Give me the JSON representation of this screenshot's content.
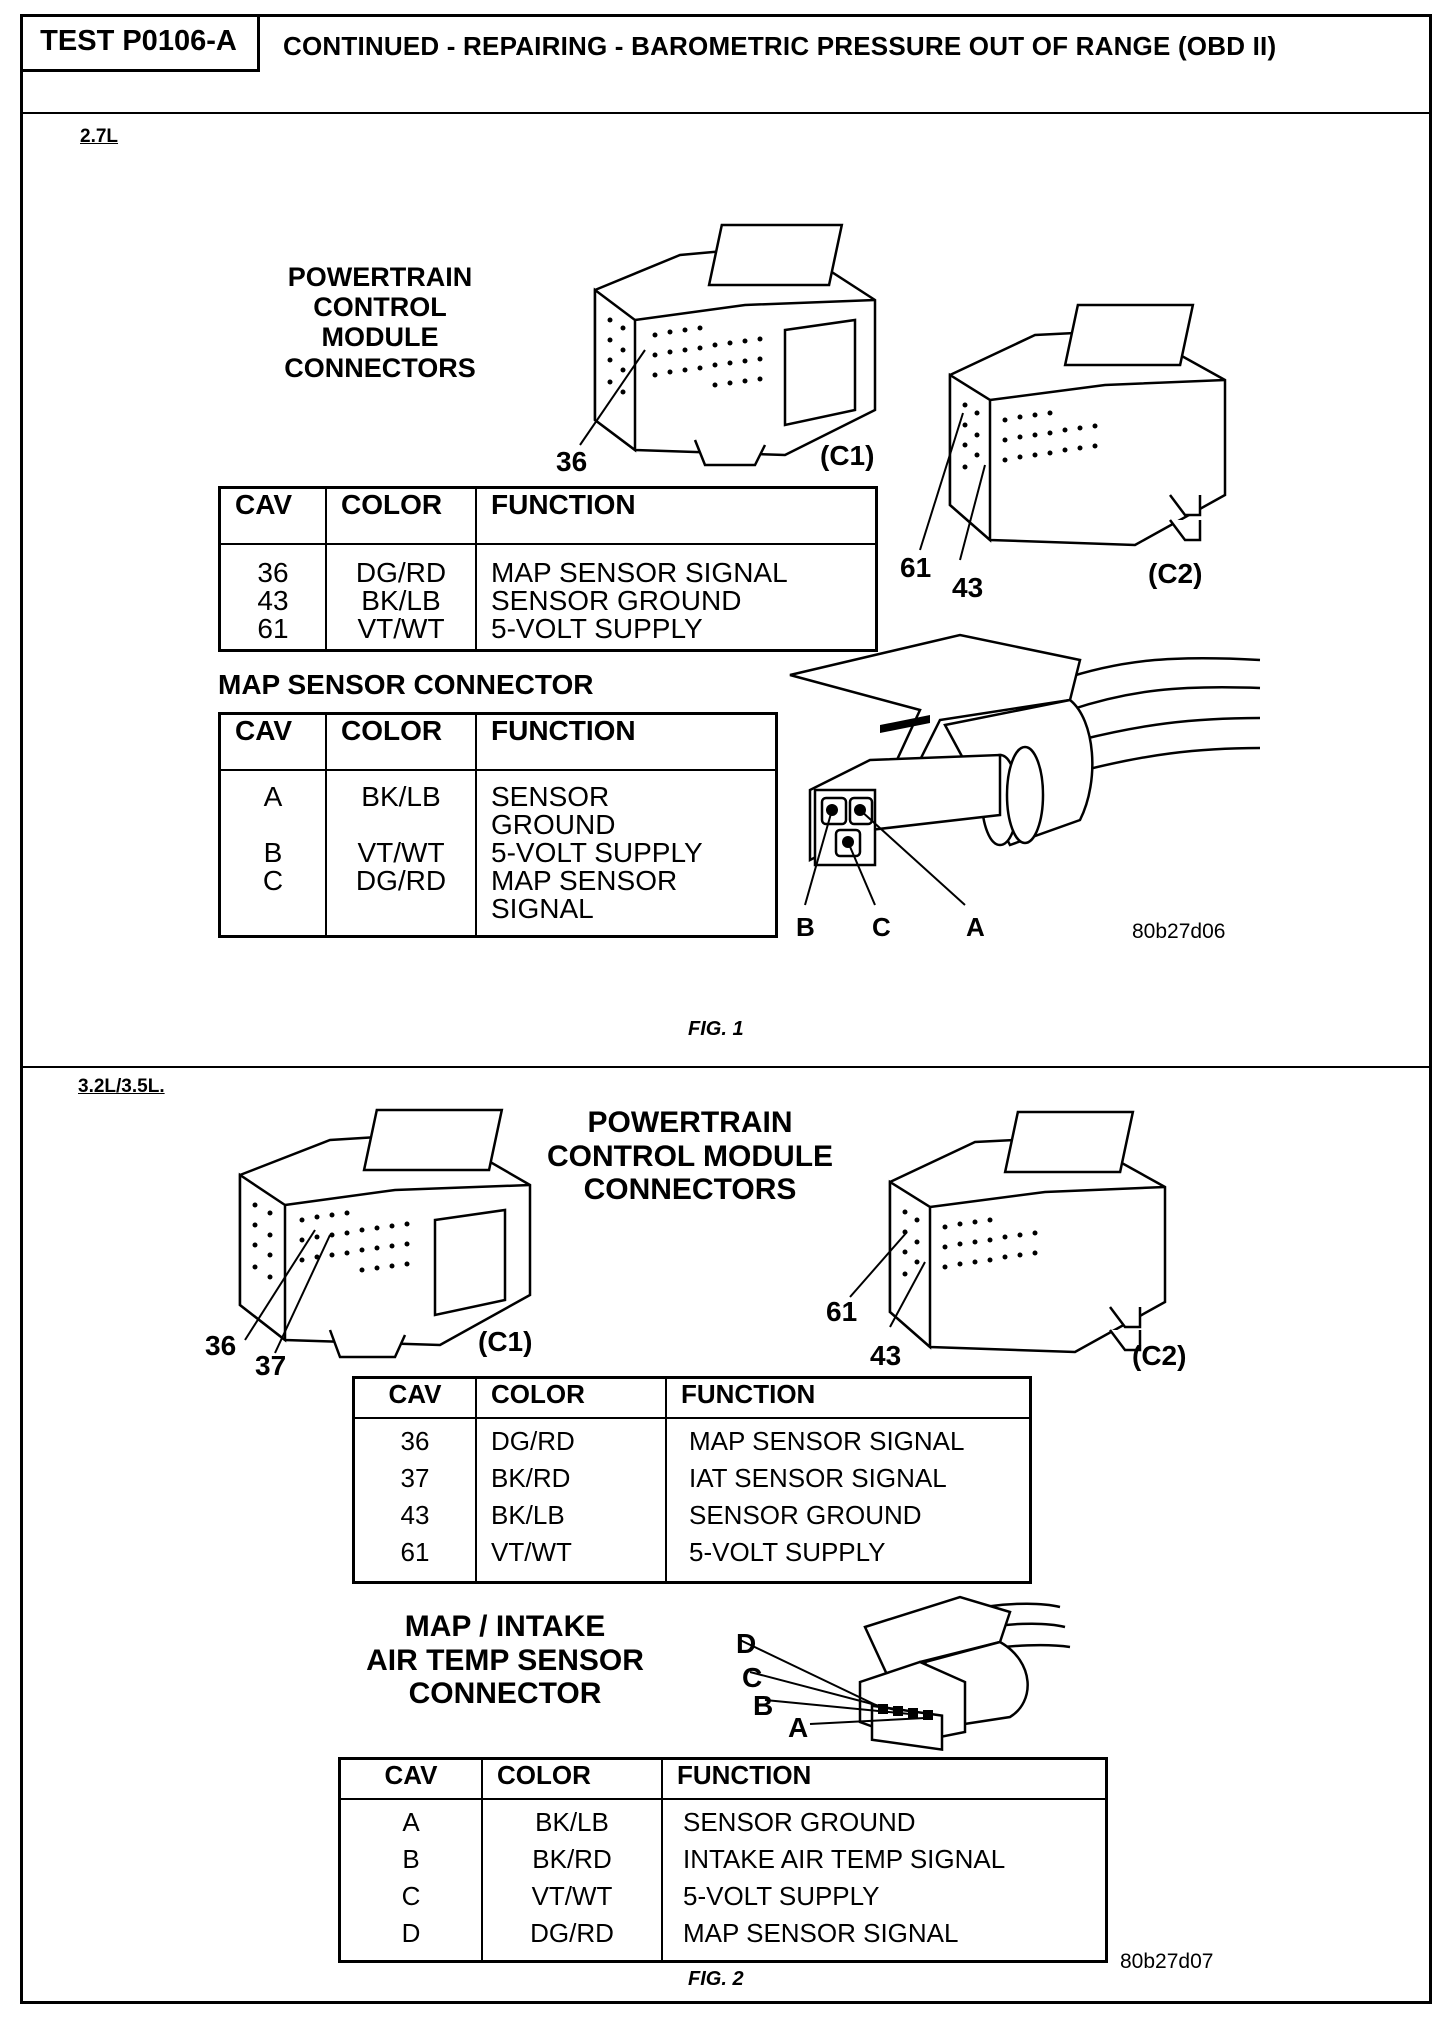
{
  "header": {
    "test_id": "TEST P0106-A",
    "title": "CONTINUED - REPAIRING - BAROMETRIC PRESSURE OUT OF RANGE (OBD II)"
  },
  "fig1": {
    "section_label": "2.7L",
    "pcm_title": [
      "POWERTRAIN",
      "CONTROL",
      "MODULE",
      "CONNECTORS"
    ],
    "callouts": {
      "c1_pin": "36",
      "c1_label": "(C1)",
      "c2_pin_a": "61",
      "c2_pin_b": "43",
      "c2_label": "(C2)"
    },
    "pcm_table": {
      "headers": [
        "CAV",
        "COLOR",
        "FUNCTION"
      ],
      "rows": [
        [
          "36",
          "DG/RD",
          "MAP SENSOR SIGNAL"
        ],
        [
          "43",
          "BK/LB",
          "SENSOR GROUND"
        ],
        [
          "61",
          "VT/WT",
          "5-VOLT SUPPLY"
        ]
      ]
    },
    "map_title": "MAP SENSOR CONNECTOR",
    "map_table": {
      "headers": [
        "CAV",
        "COLOR",
        "FUNCTION"
      ],
      "rows": [
        [
          "A",
          "BK/LB",
          "SENSOR GROUND"
        ],
        [
          "B",
          "VT/WT",
          "5-VOLT SUPPLY"
        ],
        [
          "C",
          "DG/RD",
          "MAP SENSOR SIGNAL"
        ]
      ],
      "function_lines": [
        "SENSOR",
        "GROUND",
        "5-VOLT SUPPLY",
        "MAP SENSOR",
        "SIGNAL"
      ]
    },
    "map_pins": [
      "B",
      "C",
      "A"
    ],
    "ref": "80b27d06",
    "caption": "FIG. 1"
  },
  "fig2": {
    "section_label": "3.2L/3.5L.",
    "pcm_title": [
      "POWERTRAIN",
      "CONTROL MODULE",
      "CONNECTORS"
    ],
    "callouts": {
      "c1_pin_a": "36",
      "c1_pin_b": "37",
      "c1_label": "(C1)",
      "c2_pin_a": "61",
      "c2_pin_b": "43",
      "c2_label": "(C2)"
    },
    "pcm_table": {
      "headers": [
        "CAV",
        "COLOR",
        "FUNCTION"
      ],
      "rows": [
        [
          "36",
          "DG/RD",
          "MAP SENSOR SIGNAL"
        ],
        [
          "37",
          "BK/RD",
          "IAT SENSOR SIGNAL"
        ],
        [
          "43",
          "BK/LB",
          "SENSOR GROUND"
        ],
        [
          "61",
          "VT/WT",
          "5-VOLT SUPPLY"
        ]
      ]
    },
    "map_title": [
      "MAP / INTAKE",
      "AIR TEMP SENSOR",
      "CONNECTOR"
    ],
    "map_pins": [
      "D",
      "C",
      "B",
      "A"
    ],
    "map_table": {
      "headers": [
        "CAV",
        "COLOR",
        "FUNCTION"
      ],
      "rows": [
        [
          "A",
          "BK/LB",
          "SENSOR GROUND"
        ],
        [
          "B",
          "BK/RD",
          "INTAKE AIR TEMP SIGNAL"
        ],
        [
          "C",
          "VT/WT",
          "5-VOLT SUPPLY"
        ],
        [
          "D",
          "DG/RD",
          "MAP SENSOR SIGNAL"
        ]
      ]
    },
    "ref": "80b27d07",
    "caption": "FIG. 2"
  }
}
